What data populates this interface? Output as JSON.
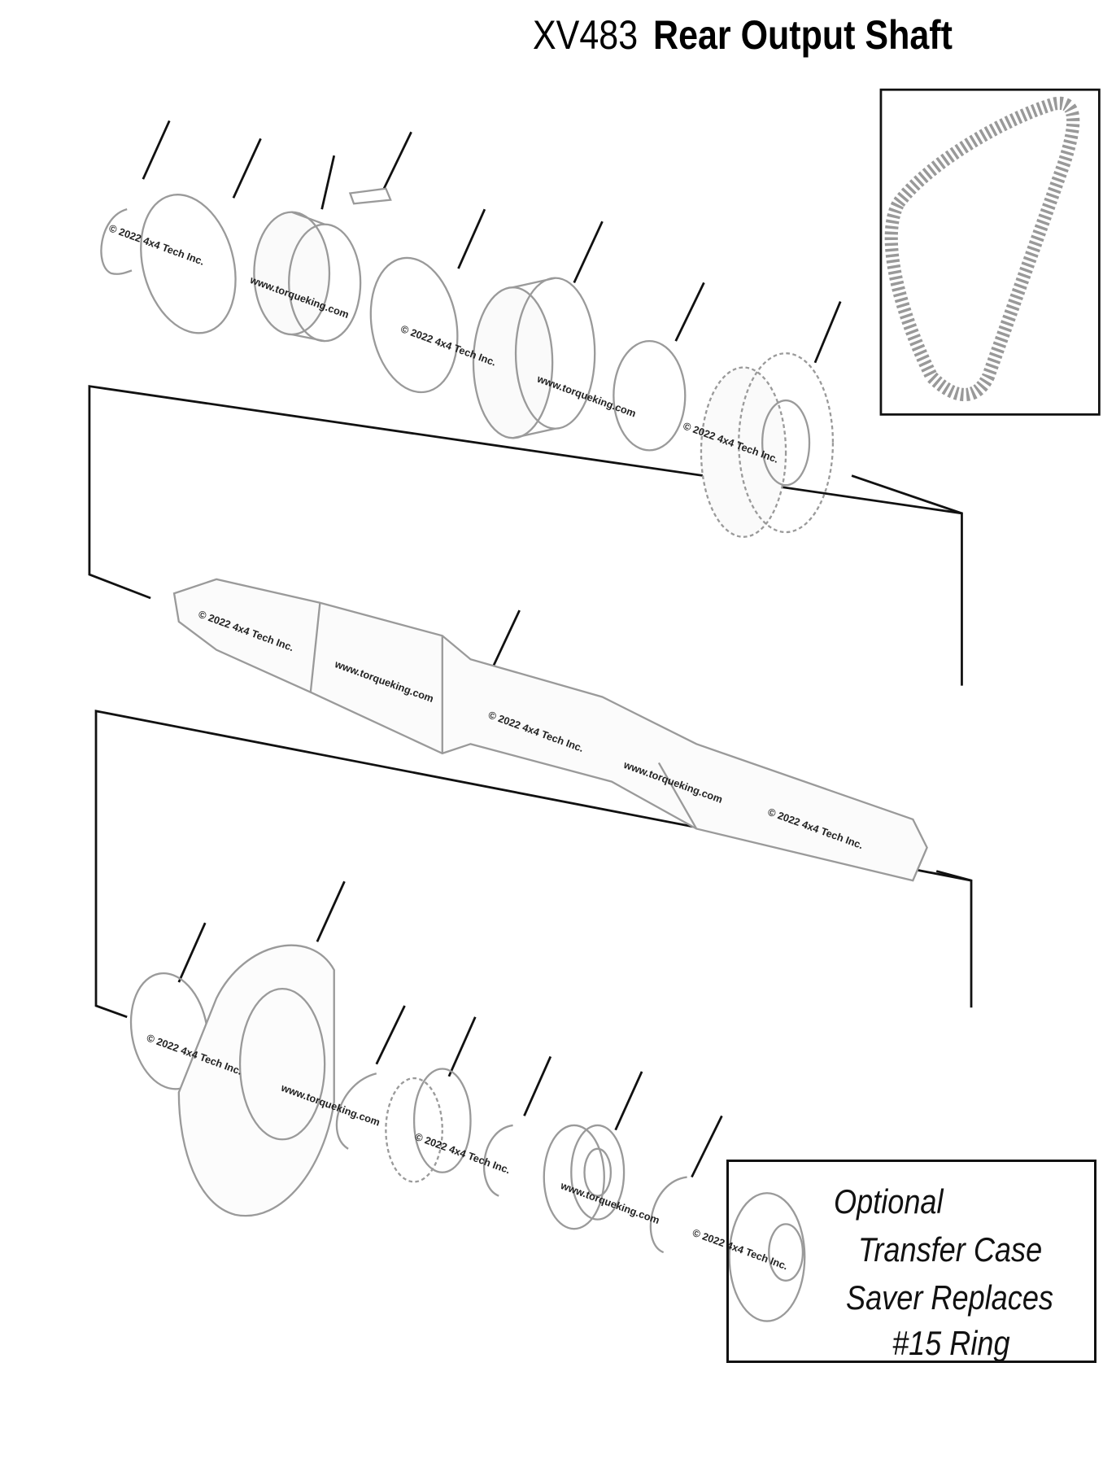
{
  "header": {
    "part_code": "XV483",
    "title": "Rear Output Shaft"
  },
  "note_box": {
    "lines": [
      "Optional",
      "Transfer Case",
      "Saver Replaces",
      "#15 Ring"
    ]
  },
  "watermark": {
    "copyright": "© 2022 4x4 Tech Inc.",
    "website": "www.torqueking.com"
  },
  "colors": {
    "line": "#111111",
    "part_outline": "#9a9a9a",
    "background": "#ffffff"
  }
}
